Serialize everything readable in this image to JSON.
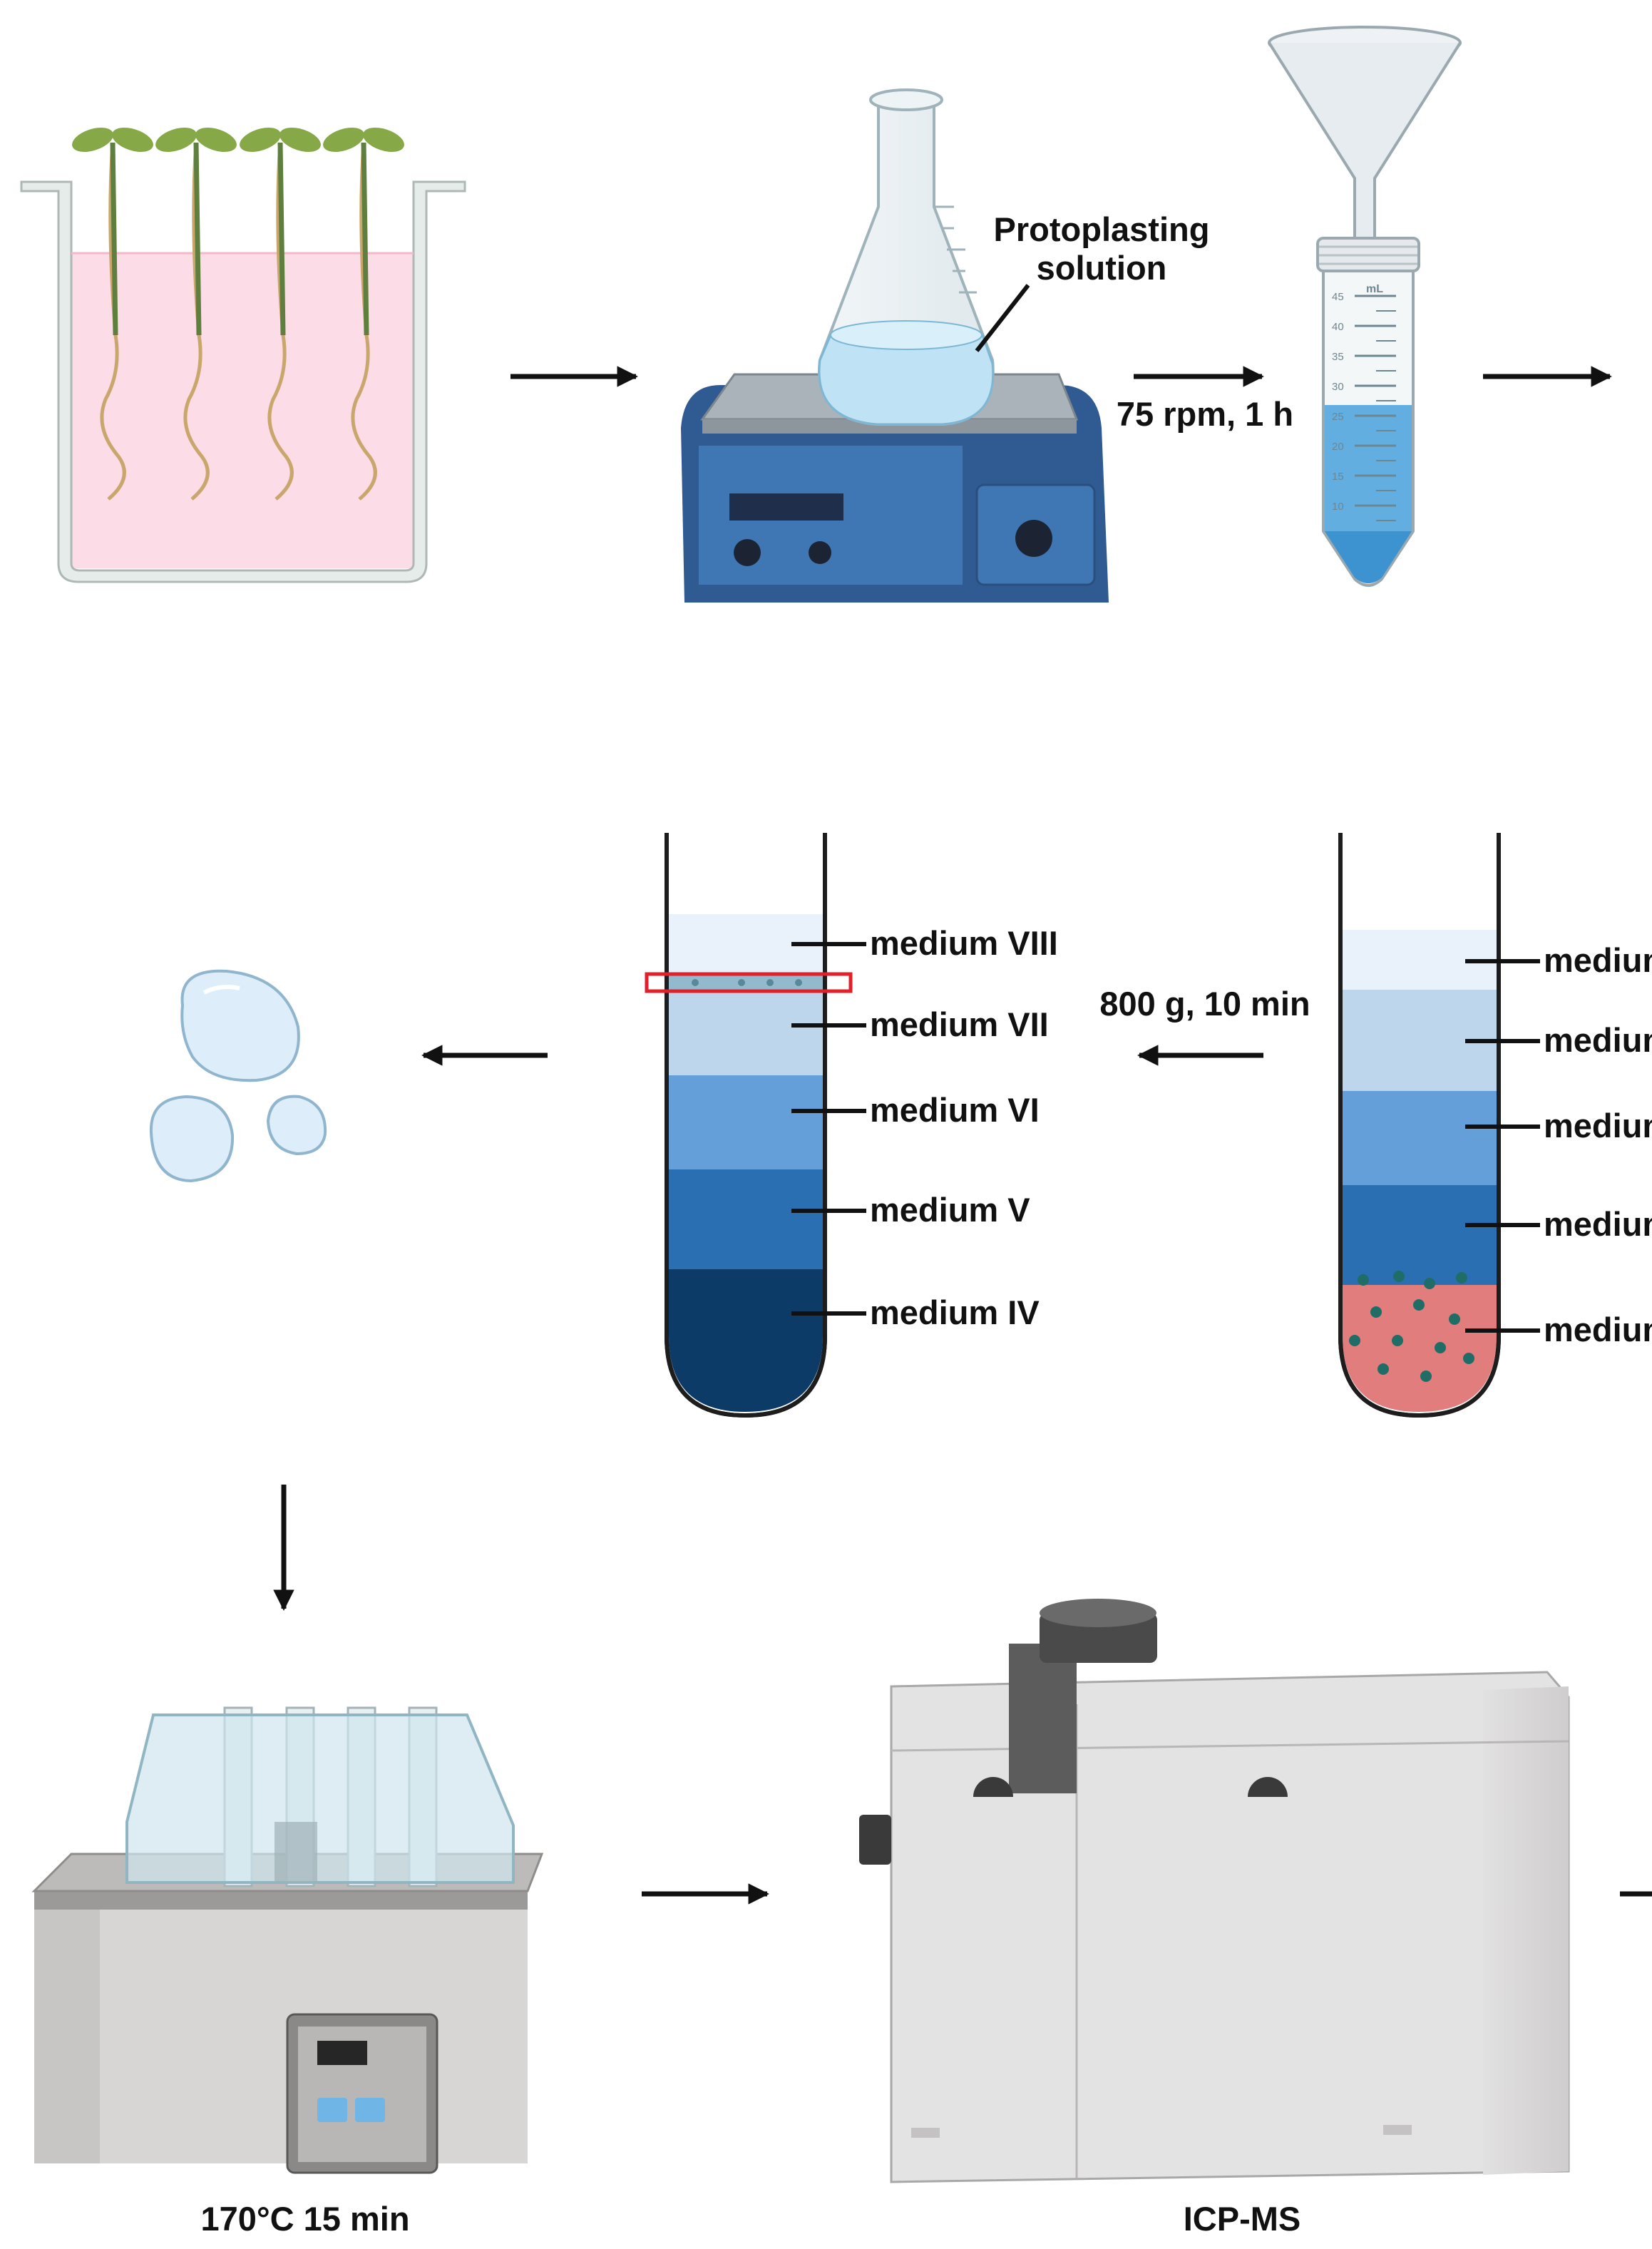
{
  "row1": {
    "shaker_label_line1": "Protoplasting",
    "shaker_label_line2": "solution",
    "shaker_condition": "75 rpm, 1 h",
    "tube_scale": [
      "45",
      "40",
      "35",
      "30",
      "25",
      "20",
      "15",
      "10"
    ],
    "tube_unit": "mL"
  },
  "row2": {
    "centrifuge_condition": "800 g, 10 min",
    "left_tube_layers": [
      "medium VIII",
      "medium VII",
      "medium VI",
      "medium V",
      "medium IV"
    ],
    "right_tube_layers": [
      "medium",
      "medium",
      "medium",
      "medium",
      "medium"
    ]
  },
  "row3": {
    "digestion_label": "170°C 15 min",
    "instrument_label": "ICP-MS"
  },
  "colors": {
    "media_pink": "#fcdce6",
    "layer_VIII": "#e9f1fa",
    "layer_VII": "#bed6ec",
    "layer_VI": "#659fd9",
    "layer_V": "#2a6fb2",
    "layer_IV": "#0c3b68",
    "cell_pellet": "#e27d7d",
    "selection_box": "#e2202a"
  }
}
